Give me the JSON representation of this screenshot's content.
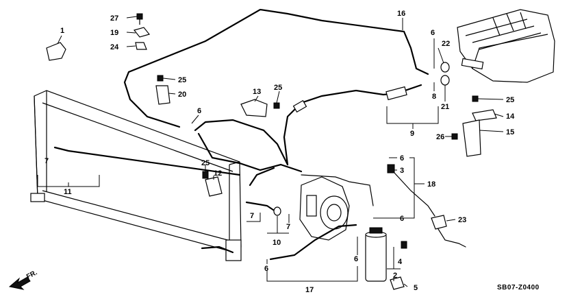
{
  "diagram_code": "SB07-Z0400",
  "direction_label": "FR.",
  "callouts": [
    {
      "id": "c1",
      "text": "1"
    },
    {
      "id": "c27",
      "text": "27"
    },
    {
      "id": "c19",
      "text": "19"
    },
    {
      "id": "c24",
      "text": "24"
    },
    {
      "id": "c16",
      "text": "16"
    },
    {
      "id": "c6a",
      "text": "6"
    },
    {
      "id": "c22",
      "text": "22"
    },
    {
      "id": "c25a",
      "text": "25"
    },
    {
      "id": "c20",
      "text": "20"
    },
    {
      "id": "c13",
      "text": "13"
    },
    {
      "id": "c25b",
      "text": "25"
    },
    {
      "id": "c6b",
      "text": "6"
    },
    {
      "id": "c8",
      "text": "8"
    },
    {
      "id": "c21",
      "text": "21"
    },
    {
      "id": "c25c",
      "text": "25"
    },
    {
      "id": "c14",
      "text": "14"
    },
    {
      "id": "c9",
      "text": "9"
    },
    {
      "id": "c26",
      "text": "26"
    },
    {
      "id": "c15",
      "text": "15"
    },
    {
      "id": "c6c",
      "text": "6"
    },
    {
      "id": "c7a",
      "text": "7"
    },
    {
      "id": "c6d",
      "text": "6"
    },
    {
      "id": "c3",
      "text": "3"
    },
    {
      "id": "c18",
      "text": "18"
    },
    {
      "id": "c11",
      "text": "11"
    },
    {
      "id": "c25d",
      "text": "25"
    },
    {
      "id": "c12",
      "text": "12"
    },
    {
      "id": "c23",
      "text": "23"
    },
    {
      "id": "c6e",
      "text": "6"
    },
    {
      "id": "c7b",
      "text": "7"
    },
    {
      "id": "c7c",
      "text": "7"
    },
    {
      "id": "c10",
      "text": "10"
    },
    {
      "id": "c6f",
      "text": "6"
    },
    {
      "id": "c4",
      "text": "4"
    },
    {
      "id": "c6g",
      "text": "6"
    },
    {
      "id": "c2",
      "text": "2"
    },
    {
      "id": "c5",
      "text": "5"
    },
    {
      "id": "c17",
      "text": "17"
    }
  ]
}
